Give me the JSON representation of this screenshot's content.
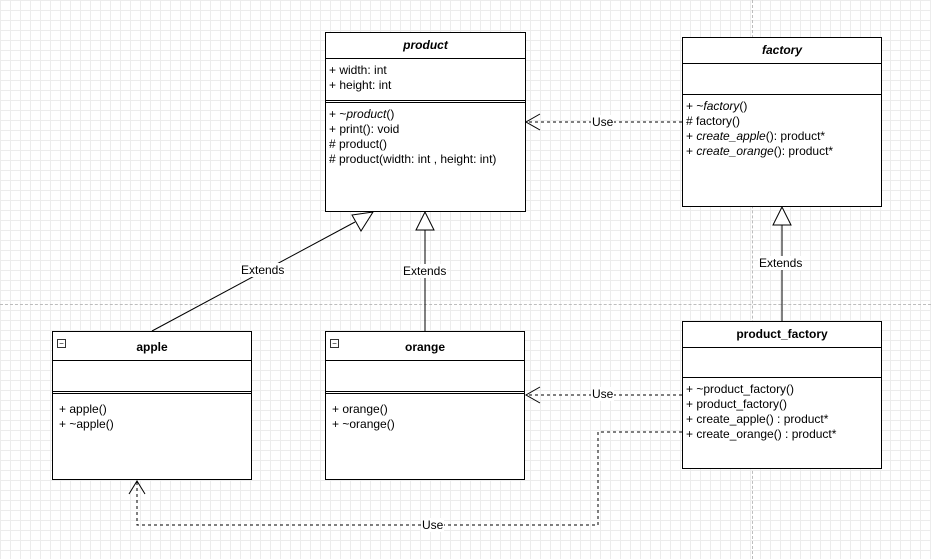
{
  "connectors": {
    "use_label": "Use",
    "extends_label": "Extends"
  },
  "classes": {
    "product": {
      "name": "product",
      "attributes": [
        "+ width: int",
        "+ height: int"
      ],
      "ops": {
        "destructor_prefix": "+ ~",
        "destructor_name": "product",
        "destructor_suffix": "()",
        "print": "+ print(): void",
        "ctor": "# product()",
        "ctor_params": "# product(width: int , height: int)"
      }
    },
    "factory": {
      "name": "factory",
      "ops": {
        "destructor_prefix": "+ ~",
        "destructor_name": "factory",
        "destructor_suffix": "()",
        "ctor": "# factory()",
        "create_apple_prefix": "+ ",
        "create_apple_name": "create_apple",
        "create_apple_suffix": "(): product*",
        "create_orange_prefix": "+ ",
        "create_orange_name": "create_orange",
        "create_orange_suffix": "(): product*"
      }
    },
    "apple": {
      "name": "apple",
      "collapse_symbol": "−",
      "ops": [
        "+ apple()",
        "+ ~apple()"
      ]
    },
    "orange": {
      "name": "orange",
      "collapse_symbol": "−",
      "ops": [
        "+ orange()",
        "+ ~orange()"
      ]
    },
    "product_factory": {
      "name": "product_factory",
      "ops": [
        "+ ~product_factory()",
        "+ product_factory()",
        "+ create_apple() : product*",
        "+ create_orange() : product*"
      ]
    }
  }
}
